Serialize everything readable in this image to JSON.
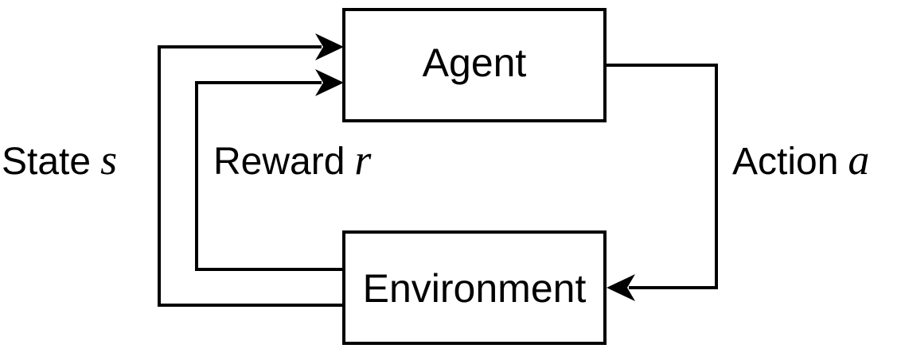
{
  "nodes": {
    "agent": {
      "label": "Agent"
    },
    "environment": {
      "label": "Environment"
    }
  },
  "edges": {
    "action": {
      "label": "Action",
      "symbol": "a",
      "from": "agent",
      "to": "environment"
    },
    "state": {
      "label": "State",
      "symbol": "s",
      "from": "environment",
      "to": "agent"
    },
    "reward": {
      "label": "Reward",
      "symbol": "r",
      "from": "environment",
      "to": "agent"
    }
  }
}
